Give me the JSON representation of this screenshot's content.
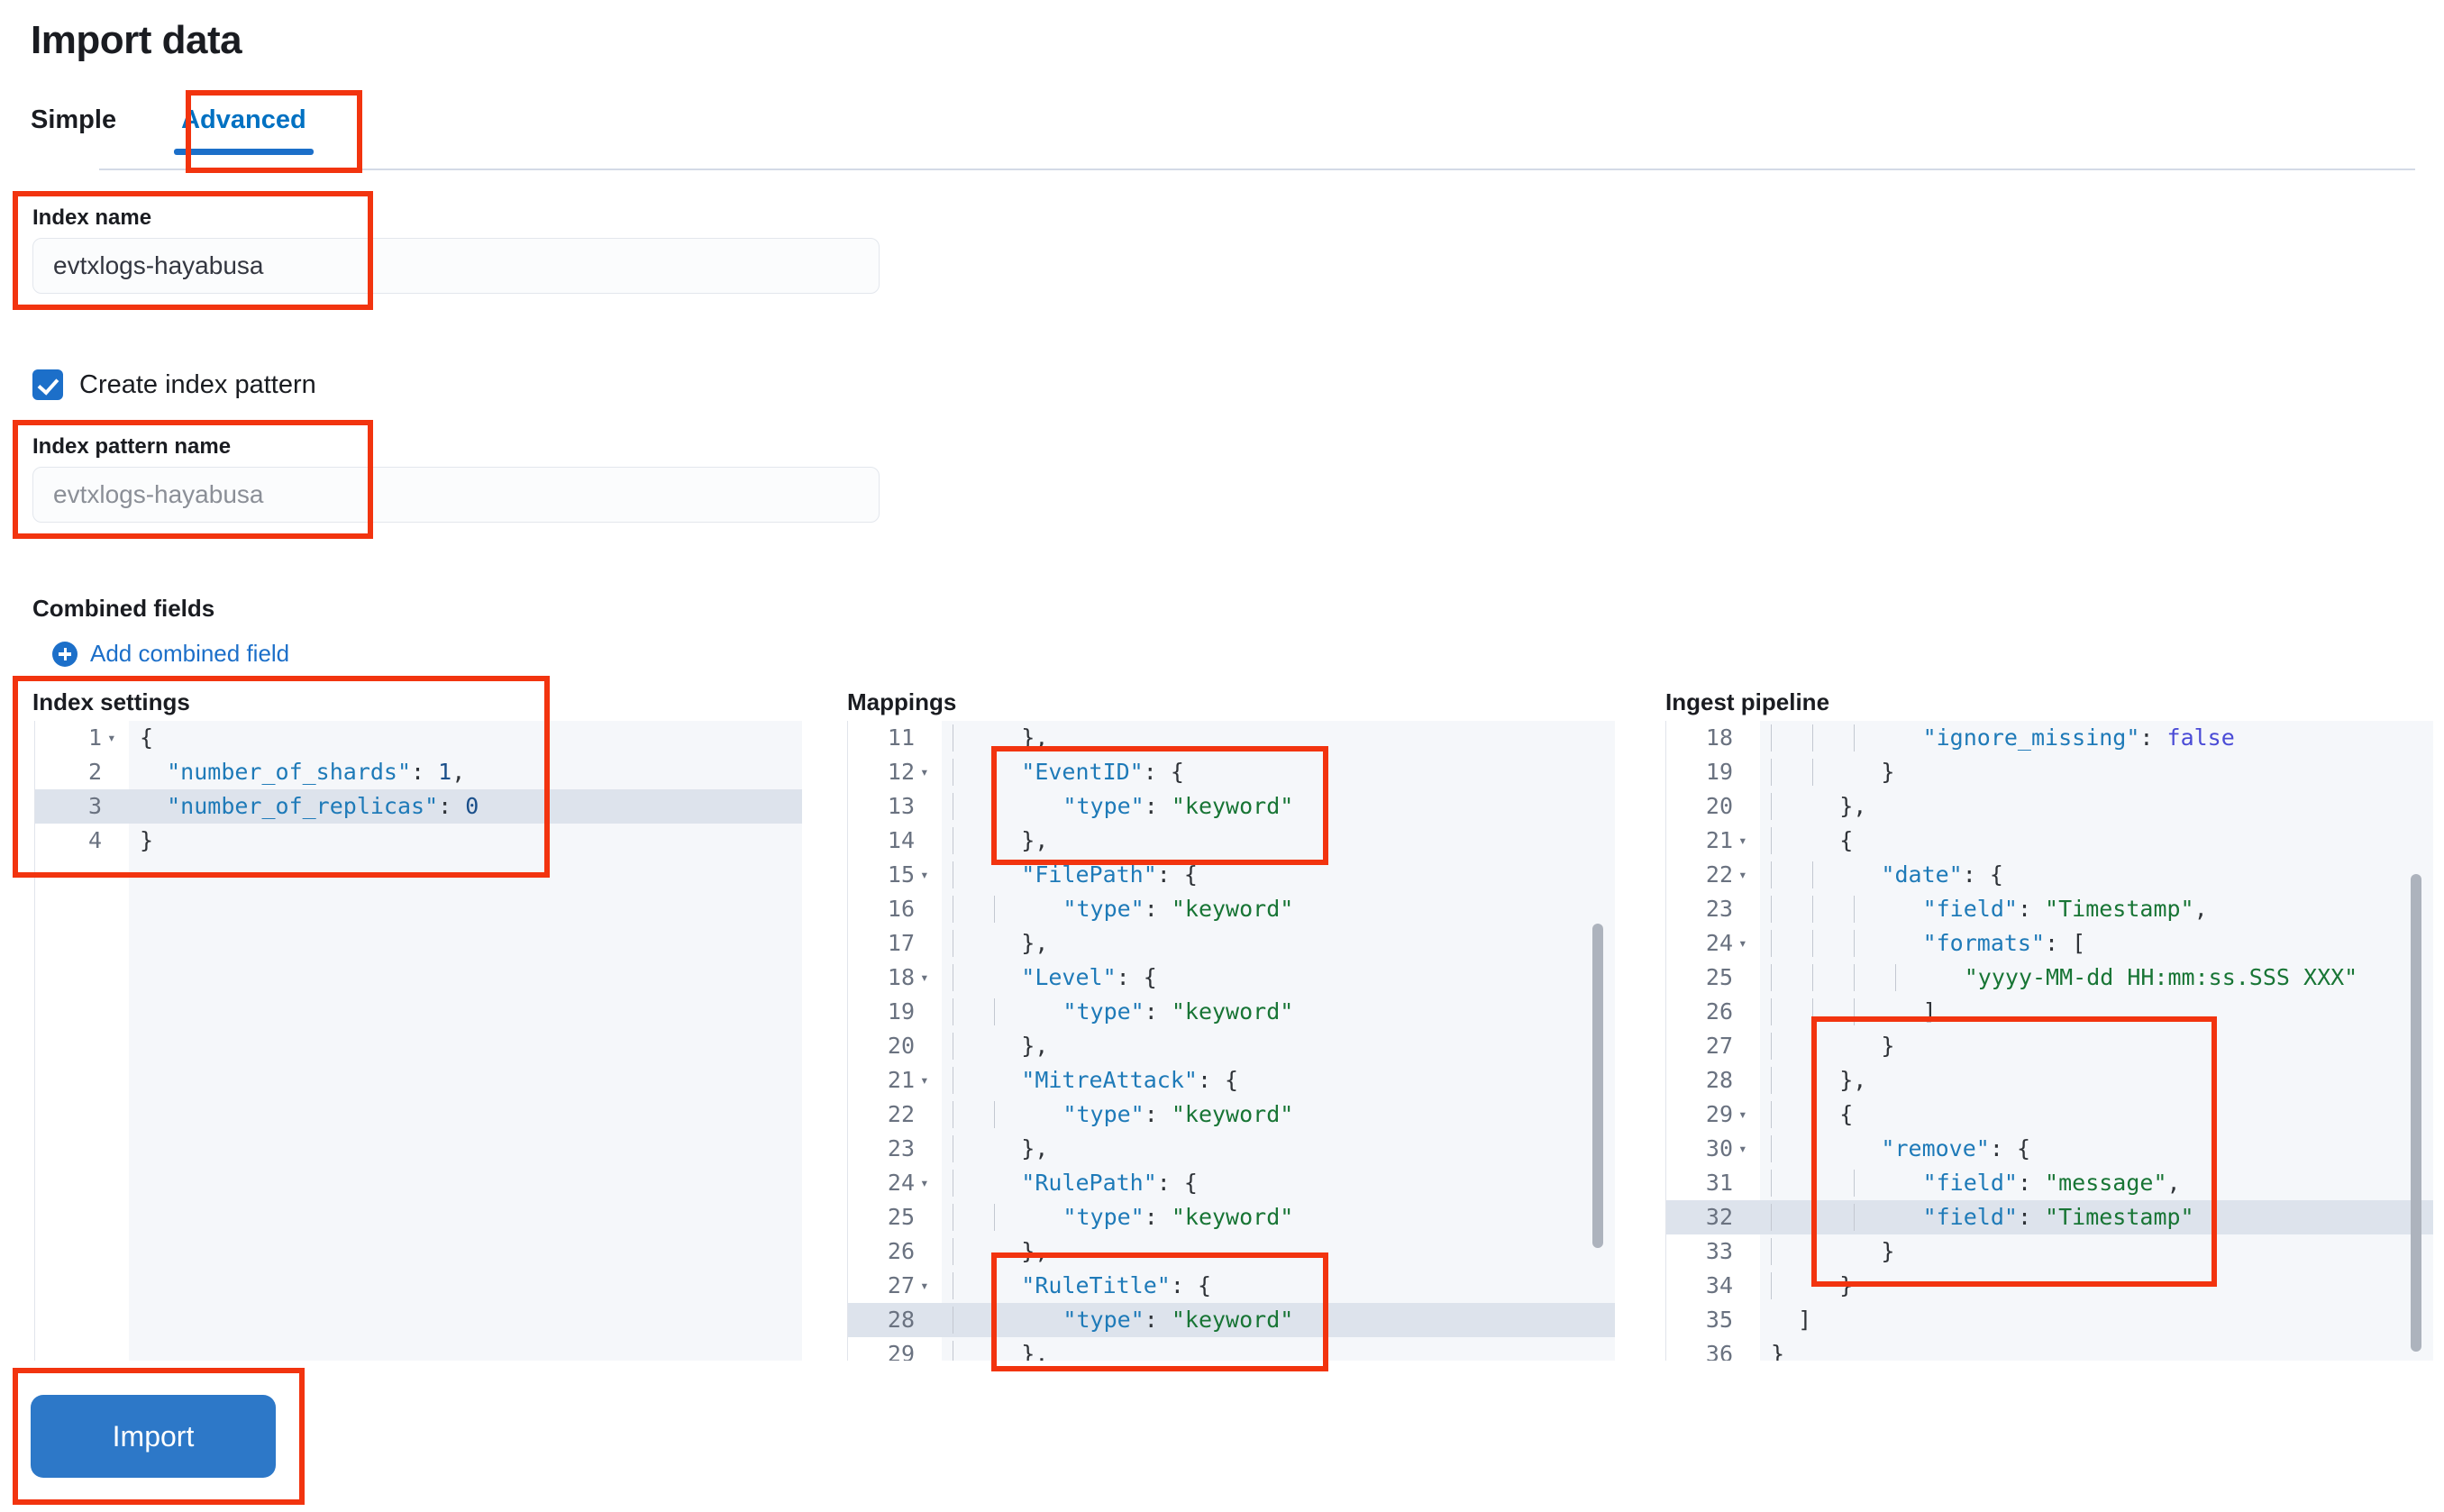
{
  "page": {
    "title": "Import data"
  },
  "tabs": [
    {
      "label": "Simple",
      "active": false
    },
    {
      "label": "Advanced",
      "active": true
    }
  ],
  "form": {
    "index_name": {
      "label": "Index name",
      "value": "evtxlogs-hayabusa"
    },
    "create_index_pattern": {
      "label": "Create index pattern",
      "checked": true
    },
    "index_pattern_name": {
      "label": "Index pattern name",
      "placeholder": "evtxlogs-hayabusa"
    },
    "combined_fields": {
      "label": "Combined fields",
      "add_link": "Add combined field"
    }
  },
  "editors": {
    "index_settings": {
      "title": "Index settings",
      "lines": [
        {
          "n": "1",
          "fold": true,
          "hl": false,
          "segs": [
            {
              "t": "punct",
              "v": "{"
            }
          ]
        },
        {
          "n": "2",
          "fold": false,
          "hl": false,
          "segs": [
            {
              "t": "plain",
              "v": "  "
            },
            {
              "t": "key",
              "v": "\"number_of_shards\""
            },
            {
              "t": "punct",
              "v": ": "
            },
            {
              "t": "num",
              "v": "1"
            },
            {
              "t": "punct",
              "v": ","
            }
          ]
        },
        {
          "n": "3",
          "fold": false,
          "hl": true,
          "segs": [
            {
              "t": "plain",
              "v": "  "
            },
            {
              "t": "key",
              "v": "\"number_of_replicas\""
            },
            {
              "t": "punct",
              "v": ": "
            },
            {
              "t": "num",
              "v": "0"
            }
          ]
        },
        {
          "n": "4",
          "fold": false,
          "hl": false,
          "segs": [
            {
              "t": "punct",
              "v": "}"
            }
          ]
        }
      ]
    },
    "mappings": {
      "title": "Mappings",
      "lines": [
        {
          "n": "11",
          "fold": false,
          "hl": false,
          "segs": [
            {
              "t": "guide"
            },
            {
              "t": "punct",
              "v": "  },"
            }
          ]
        },
        {
          "n": "12",
          "fold": true,
          "hl": false,
          "segs": [
            {
              "t": "guide"
            },
            {
              "t": "plain",
              "v": "  "
            },
            {
              "t": "key",
              "v": "\"EventID\""
            },
            {
              "t": "punct",
              "v": ": {"
            }
          ]
        },
        {
          "n": "13",
          "fold": false,
          "hl": false,
          "segs": [
            {
              "t": "guide"
            },
            {
              "t": "guide"
            },
            {
              "t": "plain",
              "v": "  "
            },
            {
              "t": "key",
              "v": "\"type\""
            },
            {
              "t": "punct",
              "v": ": "
            },
            {
              "t": "str",
              "v": "\"keyword\""
            }
          ]
        },
        {
          "n": "14",
          "fold": false,
          "hl": false,
          "segs": [
            {
              "t": "guide"
            },
            {
              "t": "punct",
              "v": "  },"
            }
          ]
        },
        {
          "n": "15",
          "fold": true,
          "hl": false,
          "segs": [
            {
              "t": "guide"
            },
            {
              "t": "plain",
              "v": "  "
            },
            {
              "t": "key",
              "v": "\"FilePath\""
            },
            {
              "t": "punct",
              "v": ": {"
            }
          ]
        },
        {
          "n": "16",
          "fold": false,
          "hl": false,
          "segs": [
            {
              "t": "guide"
            },
            {
              "t": "guide"
            },
            {
              "t": "plain",
              "v": "  "
            },
            {
              "t": "key",
              "v": "\"type\""
            },
            {
              "t": "punct",
              "v": ": "
            },
            {
              "t": "str",
              "v": "\"keyword\""
            }
          ]
        },
        {
          "n": "17",
          "fold": false,
          "hl": false,
          "segs": [
            {
              "t": "guide"
            },
            {
              "t": "punct",
              "v": "  },"
            }
          ]
        },
        {
          "n": "18",
          "fold": true,
          "hl": false,
          "segs": [
            {
              "t": "guide"
            },
            {
              "t": "plain",
              "v": "  "
            },
            {
              "t": "key",
              "v": "\"Level\""
            },
            {
              "t": "punct",
              "v": ": {"
            }
          ]
        },
        {
          "n": "19",
          "fold": false,
          "hl": false,
          "segs": [
            {
              "t": "guide"
            },
            {
              "t": "guide"
            },
            {
              "t": "plain",
              "v": "  "
            },
            {
              "t": "key",
              "v": "\"type\""
            },
            {
              "t": "punct",
              "v": ": "
            },
            {
              "t": "str",
              "v": "\"keyword\""
            }
          ]
        },
        {
          "n": "20",
          "fold": false,
          "hl": false,
          "segs": [
            {
              "t": "guide"
            },
            {
              "t": "punct",
              "v": "  },"
            }
          ]
        },
        {
          "n": "21",
          "fold": true,
          "hl": false,
          "segs": [
            {
              "t": "guide"
            },
            {
              "t": "plain",
              "v": "  "
            },
            {
              "t": "key",
              "v": "\"MitreAttack\""
            },
            {
              "t": "punct",
              "v": ": {"
            }
          ]
        },
        {
          "n": "22",
          "fold": false,
          "hl": false,
          "segs": [
            {
              "t": "guide"
            },
            {
              "t": "guide"
            },
            {
              "t": "plain",
              "v": "  "
            },
            {
              "t": "key",
              "v": "\"type\""
            },
            {
              "t": "punct",
              "v": ": "
            },
            {
              "t": "str",
              "v": "\"keyword\""
            }
          ]
        },
        {
          "n": "23",
          "fold": false,
          "hl": false,
          "segs": [
            {
              "t": "guide"
            },
            {
              "t": "punct",
              "v": "  },"
            }
          ]
        },
        {
          "n": "24",
          "fold": true,
          "hl": false,
          "segs": [
            {
              "t": "guide"
            },
            {
              "t": "plain",
              "v": "  "
            },
            {
              "t": "key",
              "v": "\"RulePath\""
            },
            {
              "t": "punct",
              "v": ": {"
            }
          ]
        },
        {
          "n": "25",
          "fold": false,
          "hl": false,
          "segs": [
            {
              "t": "guide"
            },
            {
              "t": "guide"
            },
            {
              "t": "plain",
              "v": "  "
            },
            {
              "t": "key",
              "v": "\"type\""
            },
            {
              "t": "punct",
              "v": ": "
            },
            {
              "t": "str",
              "v": "\"keyword\""
            }
          ]
        },
        {
          "n": "26",
          "fold": false,
          "hl": false,
          "segs": [
            {
              "t": "guide"
            },
            {
              "t": "punct",
              "v": "  },"
            }
          ]
        },
        {
          "n": "27",
          "fold": true,
          "hl": false,
          "segs": [
            {
              "t": "guide"
            },
            {
              "t": "plain",
              "v": "  "
            },
            {
              "t": "key",
              "v": "\"RuleTitle\""
            },
            {
              "t": "punct",
              "v": ": {"
            }
          ]
        },
        {
          "n": "28",
          "fold": false,
          "hl": true,
          "segs": [
            {
              "t": "guide"
            },
            {
              "t": "guide"
            },
            {
              "t": "plain",
              "v": "  "
            },
            {
              "t": "key",
              "v": "\"type\""
            },
            {
              "t": "punct",
              "v": ": "
            },
            {
              "t": "str",
              "v": "\"keyword\""
            }
          ]
        },
        {
          "n": "29",
          "fold": false,
          "hl": false,
          "segs": [
            {
              "t": "guide"
            },
            {
              "t": "punct",
              "v": "  },"
            }
          ]
        }
      ]
    },
    "ingest_pipeline": {
      "title": "Ingest pipeline",
      "lines": [
        {
          "n": "18",
          "fold": false,
          "hl": false,
          "segs": [
            {
              "t": "guide"
            },
            {
              "t": "guide"
            },
            {
              "t": "guide"
            },
            {
              "t": "plain",
              "v": "  "
            },
            {
              "t": "key",
              "v": "\"ignore_missing\""
            },
            {
              "t": "punct",
              "v": ": "
            },
            {
              "t": "bool",
              "v": "false"
            }
          ]
        },
        {
          "n": "19",
          "fold": false,
          "hl": false,
          "segs": [
            {
              "t": "guide"
            },
            {
              "t": "guide"
            },
            {
              "t": "punct",
              "v": "  }"
            }
          ]
        },
        {
          "n": "20",
          "fold": false,
          "hl": false,
          "segs": [
            {
              "t": "guide"
            },
            {
              "t": "punct",
              "v": "  },"
            }
          ]
        },
        {
          "n": "21",
          "fold": true,
          "hl": false,
          "segs": [
            {
              "t": "guide"
            },
            {
              "t": "punct",
              "v": "  {"
            }
          ]
        },
        {
          "n": "22",
          "fold": true,
          "hl": false,
          "segs": [
            {
              "t": "guide"
            },
            {
              "t": "guide"
            },
            {
              "t": "plain",
              "v": "  "
            },
            {
              "t": "key",
              "v": "\"date\""
            },
            {
              "t": "punct",
              "v": ": {"
            }
          ]
        },
        {
          "n": "23",
          "fold": false,
          "hl": false,
          "segs": [
            {
              "t": "guide"
            },
            {
              "t": "guide"
            },
            {
              "t": "guide"
            },
            {
              "t": "plain",
              "v": "  "
            },
            {
              "t": "key",
              "v": "\"field\""
            },
            {
              "t": "punct",
              "v": ": "
            },
            {
              "t": "str",
              "v": "\"Timestamp\""
            },
            {
              "t": "punct",
              "v": ","
            }
          ]
        },
        {
          "n": "24",
          "fold": true,
          "hl": false,
          "segs": [
            {
              "t": "guide"
            },
            {
              "t": "guide"
            },
            {
              "t": "guide"
            },
            {
              "t": "plain",
              "v": "  "
            },
            {
              "t": "key",
              "v": "\"formats\""
            },
            {
              "t": "punct",
              "v": ": ["
            }
          ]
        },
        {
          "n": "25",
          "fold": false,
          "hl": false,
          "segs": [
            {
              "t": "guide"
            },
            {
              "t": "guide"
            },
            {
              "t": "guide"
            },
            {
              "t": "guide"
            },
            {
              "t": "plain",
              "v": "  "
            },
            {
              "t": "str",
              "v": "\"yyyy-MM-dd HH:mm:ss.SSS XXX\""
            }
          ]
        },
        {
          "n": "26",
          "fold": false,
          "hl": false,
          "segs": [
            {
              "t": "guide"
            },
            {
              "t": "guide"
            },
            {
              "t": "guide"
            },
            {
              "t": "punct",
              "v": "  ]"
            }
          ]
        },
        {
          "n": "27",
          "fold": false,
          "hl": false,
          "segs": [
            {
              "t": "guide"
            },
            {
              "t": "guide"
            },
            {
              "t": "punct",
              "v": "  }"
            }
          ]
        },
        {
          "n": "28",
          "fold": false,
          "hl": false,
          "segs": [
            {
              "t": "guide"
            },
            {
              "t": "punct",
              "v": "  },"
            }
          ]
        },
        {
          "n": "29",
          "fold": true,
          "hl": false,
          "segs": [
            {
              "t": "guide"
            },
            {
              "t": "punct",
              "v": "  {"
            }
          ]
        },
        {
          "n": "30",
          "fold": true,
          "hl": false,
          "segs": [
            {
              "t": "guide"
            },
            {
              "t": "guide"
            },
            {
              "t": "plain",
              "v": "  "
            },
            {
              "t": "key",
              "v": "\"remove\""
            },
            {
              "t": "punct",
              "v": ": {"
            }
          ]
        },
        {
          "n": "31",
          "fold": false,
          "hl": false,
          "segs": [
            {
              "t": "guide"
            },
            {
              "t": "guide"
            },
            {
              "t": "guide"
            },
            {
              "t": "plain",
              "v": "  "
            },
            {
              "t": "key",
              "v": "\"field\""
            },
            {
              "t": "punct",
              "v": ": "
            },
            {
              "t": "str",
              "v": "\"message\""
            },
            {
              "t": "punct",
              "v": ","
            }
          ]
        },
        {
          "n": "32",
          "fold": false,
          "hl": true,
          "segs": [
            {
              "t": "guide"
            },
            {
              "t": "guide"
            },
            {
              "t": "guide"
            },
            {
              "t": "plain",
              "v": "  "
            },
            {
              "t": "key",
              "v": "\"field\""
            },
            {
              "t": "punct",
              "v": ": "
            },
            {
              "t": "str",
              "v": "\"Timestamp\""
            }
          ]
        },
        {
          "n": "33",
          "fold": false,
          "hl": false,
          "segs": [
            {
              "t": "guide"
            },
            {
              "t": "guide"
            },
            {
              "t": "punct",
              "v": "  }"
            }
          ]
        },
        {
          "n": "34",
          "fold": false,
          "hl": false,
          "segs": [
            {
              "t": "guide"
            },
            {
              "t": "punct",
              "v": "  }"
            }
          ]
        },
        {
          "n": "35",
          "fold": false,
          "hl": false,
          "segs": [
            {
              "t": "punct",
              "v": "  ]"
            }
          ]
        },
        {
          "n": "36",
          "fold": false,
          "hl": false,
          "segs": [
            {
              "t": "punct",
              "v": "}"
            }
          ]
        }
      ]
    }
  },
  "actions": {
    "import_label": "Import"
  },
  "annotations": {
    "color": "#f2340f"
  }
}
